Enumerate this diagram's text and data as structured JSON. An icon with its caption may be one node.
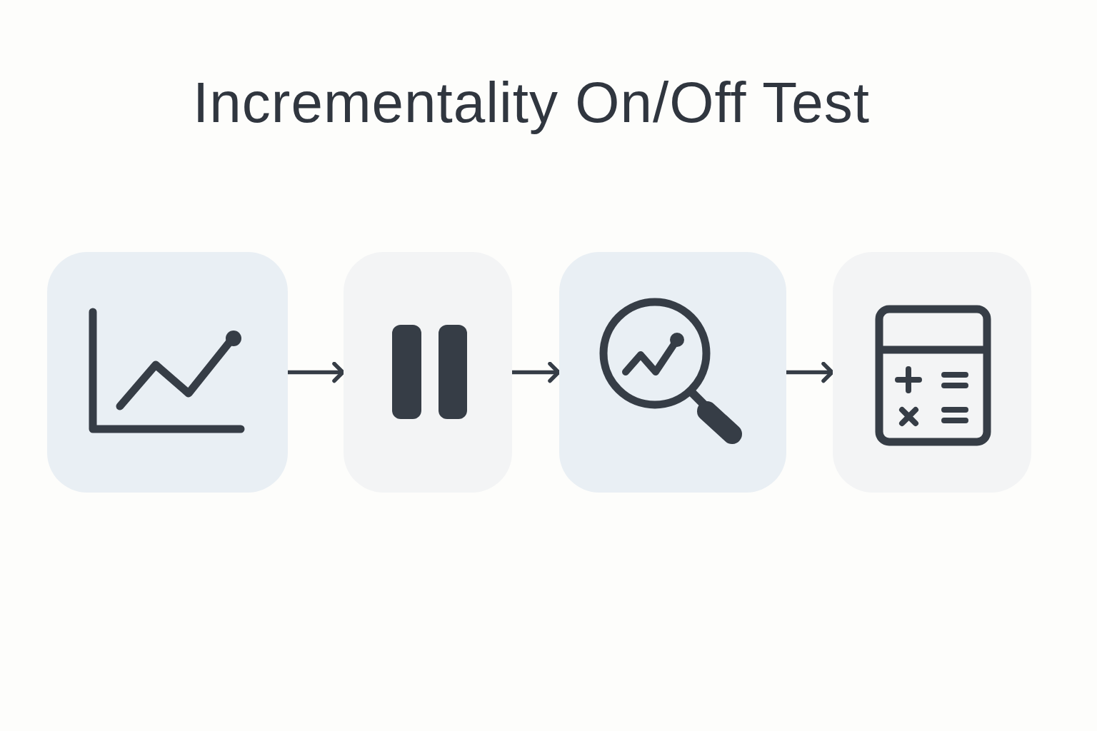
{
  "diagram": {
    "title": "Incrementality On/Off Test",
    "nodes": [
      {
        "text": [],
        "shape": "picture"
      },
      {
        "text": [],
        "shape": "picture"
      },
      {
        "text": [],
        "shape": "picture"
      },
      {
        "text": [],
        "shape": "picture"
      }
    ],
    "edges": [
      {
        "from": 0,
        "to": 1,
        "arrow": "to"
      },
      {
        "from": 1,
        "to": 2,
        "arrow": "to"
      },
      {
        "from": 2,
        "to": 3,
        "arrow": "to"
      }
    ]
  }
}
